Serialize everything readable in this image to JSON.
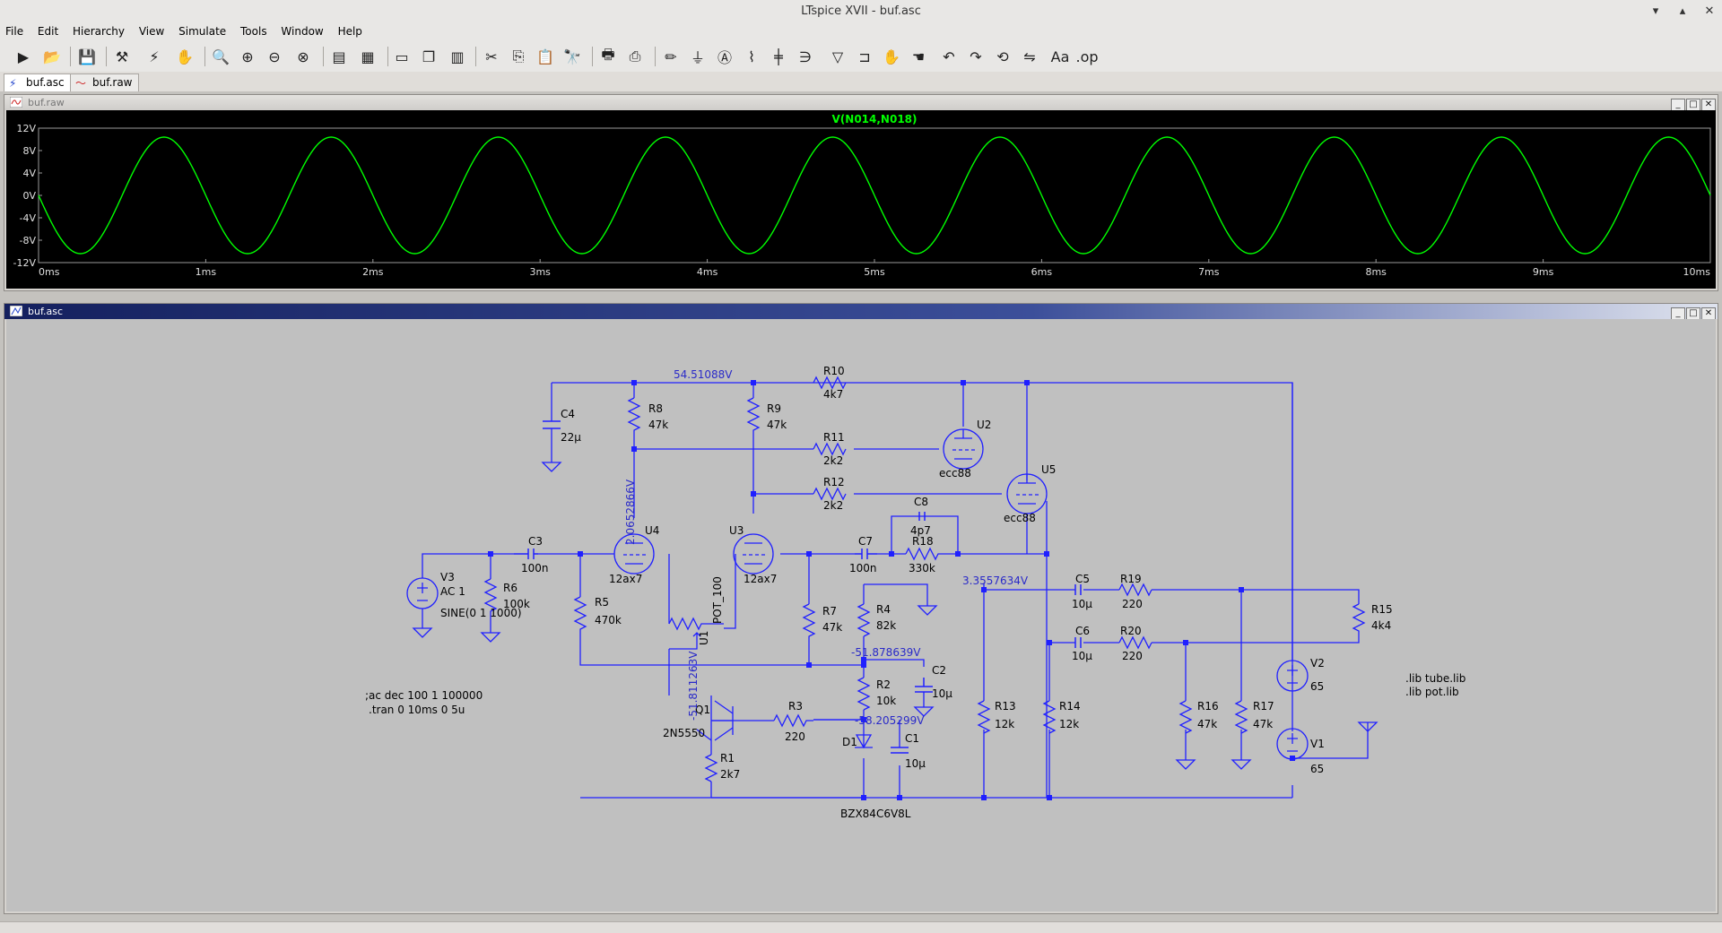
{
  "window": {
    "title": "LTspice XVII - buf.asc"
  },
  "menu": [
    "File",
    "Edit",
    "Hierarchy",
    "View",
    "Simulate",
    "Tools",
    "Window",
    "Help"
  ],
  "tabs": [
    {
      "label": "buf.asc"
    },
    {
      "label": "buf.raw"
    }
  ],
  "waveform": {
    "title": "buf.raw",
    "trace_label": "V(N014,N018)",
    "y_ticks": [
      "12V",
      "8V",
      "4V",
      "0V",
      "-4V",
      "-8V",
      "-12V"
    ],
    "x_ticks": [
      "0ms",
      "1ms",
      "2ms",
      "3ms",
      "4ms",
      "5ms",
      "6ms",
      "7ms",
      "8ms",
      "9ms",
      "10ms"
    ]
  },
  "chart_data": {
    "type": "line",
    "xlabel": "",
    "ylabel": "",
    "x_unit": "ms",
    "y_unit": "V",
    "xlim": [
      0,
      10
    ],
    "ylim": [
      -12,
      12
    ],
    "grid": false,
    "series": [
      {
        "name": "V(N014,N018)",
        "waveform": "sine",
        "amplitude": 10.4,
        "frequency_hz": 1000,
        "phase_deg": 180,
        "color": "#00ff00"
      }
    ]
  },
  "schematic": {
    "title": "buf.asc",
    "color": "#2020ff",
    "labels": {
      "r10": "R10",
      "r10v": "4k7",
      "r8": "R8",
      "r8v": "47k",
      "r9": "R9",
      "r9v": "47k",
      "r11": "R11",
      "r11v": "2k2",
      "r12": "R12",
      "r12v": "2k2",
      "c4": "C4",
      "c4v": "22µ",
      "u2": "U2",
      "u2m": "ecc88",
      "u5": "U5",
      "u5m": "ecc88",
      "c8": "C8",
      "c8v": "4p7",
      "u4": "U4",
      "u4m": "12ax7",
      "u3": "U3",
      "u3m": "12ax7",
      "c3": "C3",
      "c3v": "100n",
      "c7": "C7",
      "c7v": "100n",
      "r18": "R18",
      "r18v": "330k",
      "v3": "V3",
      "v3v": "AC 1",
      "v3s": "SINE(0 1 1000)",
      "r6": "R6",
      "r6v": "100k",
      "r5": "R5",
      "r5v": "470k",
      "u1": "U1",
      "u1m": "POT_100",
      "r7": "R7",
      "r7v": "47k",
      "r4": "R4",
      "r4v": "82k",
      "c5": "C5",
      "c5v": "10µ",
      "r19": "R19",
      "r19v": "220",
      "r15": "R15",
      "r15v": "4k4",
      "c6": "C6",
      "c6v": "10µ",
      "r20": "R20",
      "r20v": "220",
      "c2": "C2",
      "c2v": "10µ",
      "r2": "R2",
      "r2v": "10k",
      "q1": "Q1",
      "q1m": "2N5550",
      "r3": "R3",
      "r3v": "220",
      "r1": "R1",
      "r1v": "2k7",
      "d1": "D1",
      "c1": "C1",
      "c1v": "10µ",
      "d1m": "BZX84C6V8L",
      "r13": "R13",
      "r13v": "12k",
      "r14": "R14",
      "r14v": "12k",
      "r16": "R16",
      "r16v": "47k",
      "r17": "R17",
      "r17v": "47k",
      "v2": "V2",
      "v2v": "65",
      "v1": "V1",
      "v1v": "65"
    },
    "node_voltages": {
      "n1": "54.51088V",
      "n2": "2.0652866V",
      "n3": "3.3557634V",
      "n4": "-51.878639V",
      "n5": "-51.811263V",
      "n6": "-58.205299V"
    },
    "directives": {
      "d1": ";ac dec 100 1 100000",
      "d2": ".tran 0 10ms 0 5u",
      "d3": ".lib tube.lib",
      "d4": ".lib pot.lib"
    }
  }
}
